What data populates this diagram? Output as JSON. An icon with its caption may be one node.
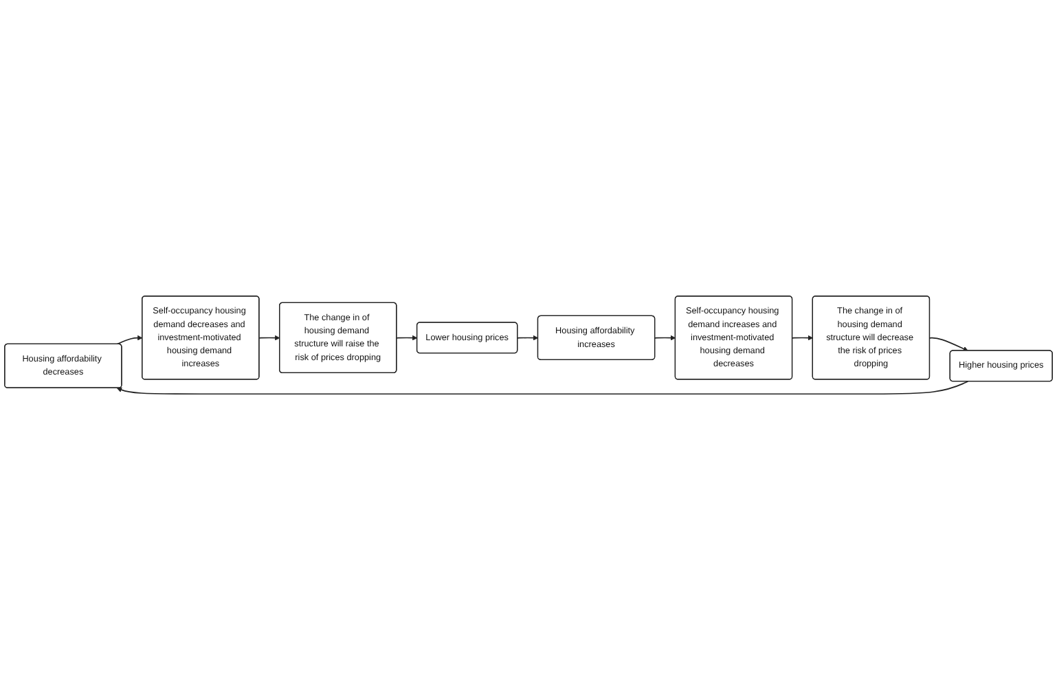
{
  "diagram": {
    "nodes": [
      {
        "text": [
          "Housing affordability decreases"
        ]
      },
      {
        "text": [
          "Self-occupancy housing demand decreases and investment-motivated housing demand increases"
        ]
      },
      {
        "text": [
          "The change in of housing demand structure will raise the risk of prices dropping"
        ]
      },
      {
        "text": [
          "Lower housing prices"
        ]
      },
      {
        "text": [
          "Housing affordability increases"
        ]
      },
      {
        "text": [
          "Self-occupancy housing demand increases and investment-motivated housing demand decreases"
        ]
      },
      {
        "text": [
          "The change in of housing demand structure will decrease the risk of prices dropping"
        ]
      },
      {
        "text": [
          "Higher housing prices"
        ]
      }
    ],
    "edges": [
      {
        "from": 0,
        "to": 1,
        "arrow": "to"
      },
      {
        "from": 1,
        "to": 2,
        "arrow": "to"
      },
      {
        "from": 2,
        "to": 3,
        "arrow": "to"
      },
      {
        "from": 3,
        "to": 4,
        "arrow": "to"
      },
      {
        "from": 4,
        "to": 5,
        "arrow": "to"
      },
      {
        "from": 5,
        "to": 6,
        "arrow": "to"
      },
      {
        "from": 6,
        "to": 7,
        "arrow": "to"
      },
      {
        "from": 7,
        "to": 0,
        "arrow": "to"
      }
    ]
  }
}
